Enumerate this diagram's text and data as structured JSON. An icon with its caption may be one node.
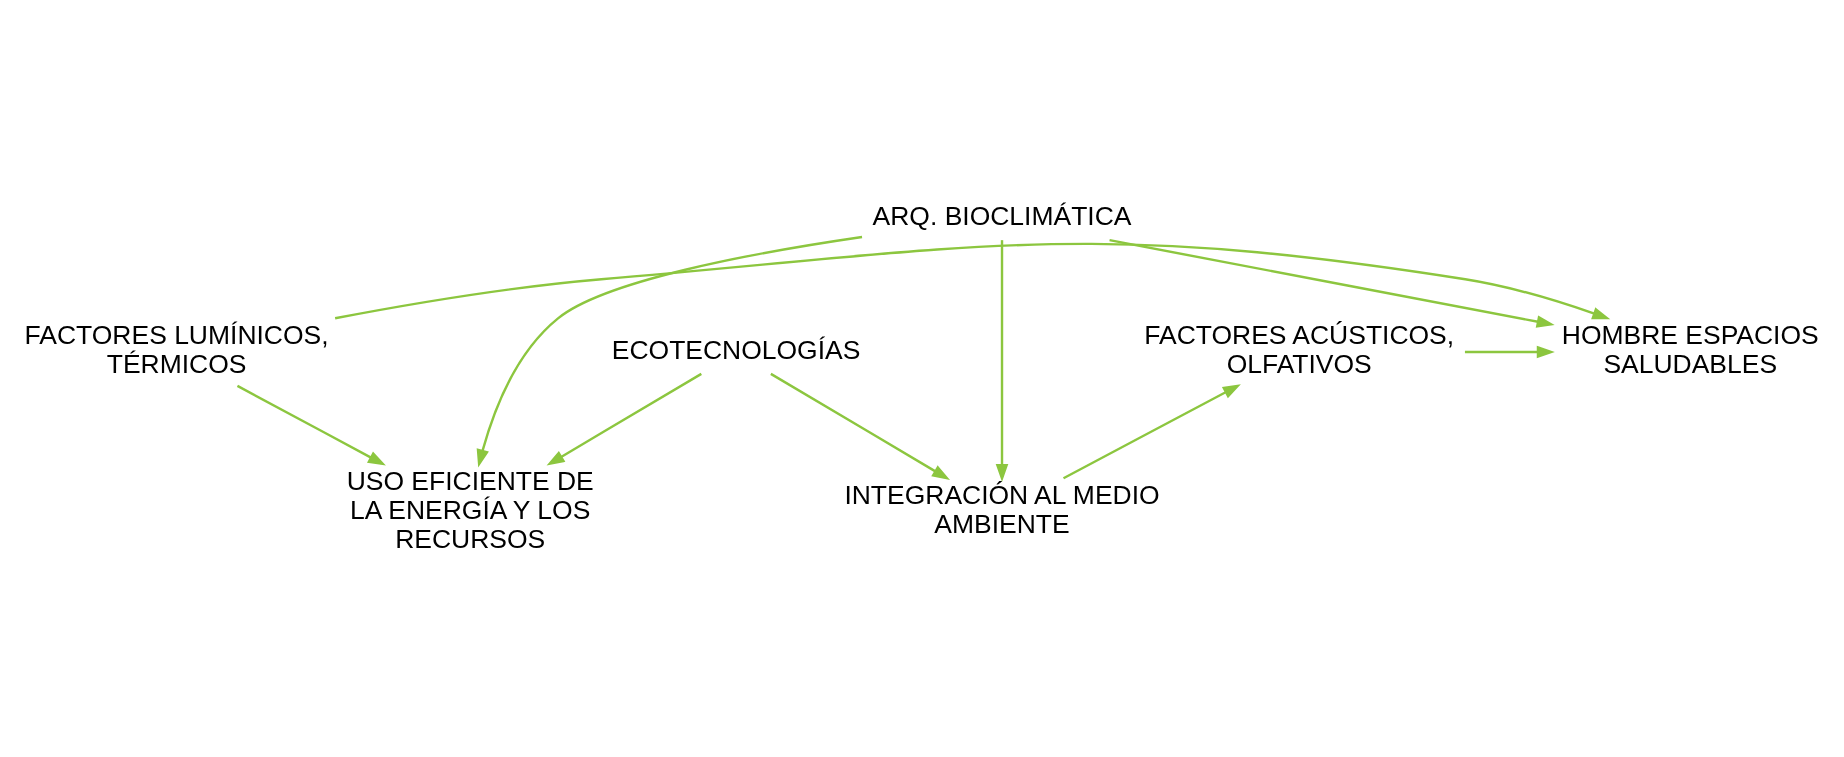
{
  "diagram": {
    "nodes": [
      {
        "text": [
          "FACTORES LUMÍNICOS, TÉRMICOS"
        ]
      },
      {
        "text": [
          "HOMBRE ESPACIOS SALUDABLES"
        ]
      },
      {
        "text": [
          "FACTORES ACÚSTICOS, OLFATIVOS"
        ]
      },
      {
        "text": [
          "ARQ. BIOCLIMÁTICA"
        ]
      },
      {
        "text": [
          "USO EFICIENTE DE LA ENERGÍA Y LOS RECURSOS"
        ]
      },
      {
        "text": [
          "INTEGRACIÓN AL MEDIO AMBIENTE"
        ]
      },
      {
        "text": [
          "ECOTECNOLOGÍAS"
        ]
      }
    ],
    "edges": [
      {
        "from": 0,
        "to": 1,
        "arrow": "to"
      },
      {
        "from": 2,
        "to": 1,
        "arrow": "to"
      },
      {
        "from": 0,
        "to": 4,
        "arrow": "to"
      },
      {
        "from": 3,
        "to": 1,
        "arrow": "to"
      },
      {
        "from": 3,
        "to": 4,
        "arrow": "to"
      },
      {
        "from": 3,
        "to": 5,
        "arrow": "to"
      },
      {
        "from": 5,
        "to": 2,
        "arrow": "to"
      },
      {
        "from": 6,
        "to": 4,
        "arrow": "to"
      },
      {
        "from": 6,
        "to": 5,
        "arrow": "to"
      }
    ]
  }
}
